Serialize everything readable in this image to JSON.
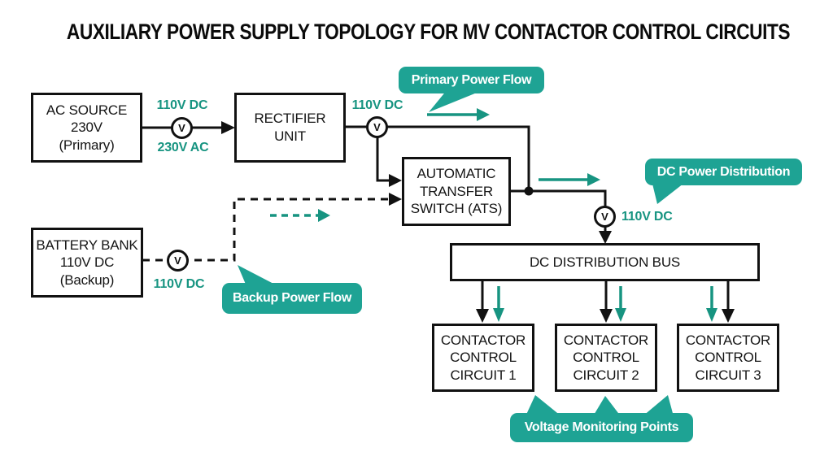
{
  "title": "AUXILIARY POWER SUPPLY TOPOLOGY FOR MV CONTACTOR CONTROL CIRCUITS",
  "colors": {
    "accent": "#179481",
    "callout": "#1ea394",
    "line": "#111111",
    "boxbg": "#ffffff",
    "pagebg": "#ffffff"
  },
  "nodes": {
    "ac_source": {
      "lines": [
        "AC SOURCE",
        "230V",
        "(Primary)"
      ]
    },
    "rectifier": {
      "lines": [
        "RECTIFIER",
        "UNIT"
      ]
    },
    "ats": {
      "lines": [
        "AUTOMATIC",
        "TRANSFER",
        "SWITCH (ATS)"
      ]
    },
    "battery": {
      "lines": [
        "BATTERY BANK",
        "110V DC",
        "(Backup)"
      ]
    },
    "dc_bus": {
      "lines": [
        "DC DISTRIBUTION BUS"
      ]
    },
    "circuit1": {
      "lines": [
        "CONTACTOR",
        "CONTROL",
        "CIRCUIT 1"
      ]
    },
    "circuit2": {
      "lines": [
        "CONTACTOR",
        "CONTROL",
        "CIRCUIT 2"
      ]
    },
    "circuit3": {
      "lines": [
        "CONTACTOR",
        "CONTROL",
        "CIRCUIT 3"
      ]
    }
  },
  "labels": {
    "ac_to_rect_top": "110V DC",
    "ac_to_rect_bottom": "230V AC",
    "rect_out": "110V DC",
    "bus_in": "110V DC",
    "battery_out": "110V DC"
  },
  "callouts": {
    "primary": "Primary Power Flow",
    "dc_dist": "DC Power Distribution",
    "backup": "Backup Power Flow",
    "monitoring": "Voltage Monitoring Points"
  },
  "meter_symbol": "V"
}
